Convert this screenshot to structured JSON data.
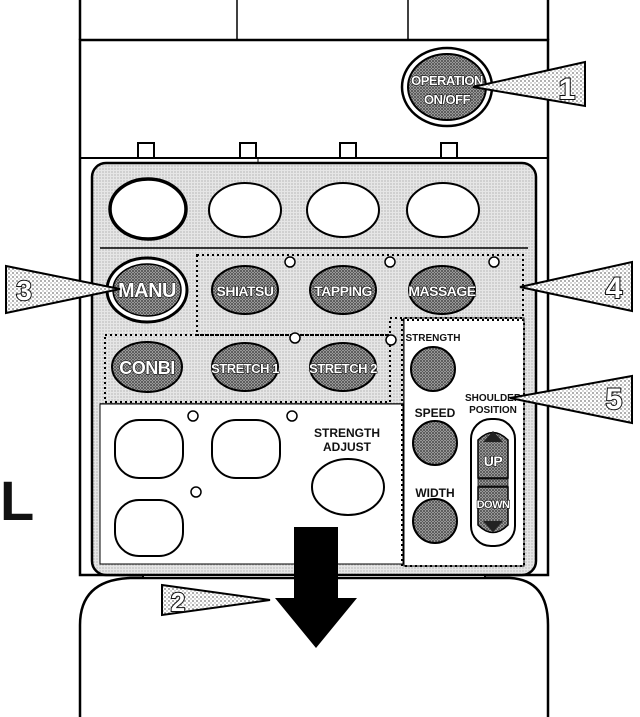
{
  "buttons": {
    "operation_line1": "OPERATION",
    "operation_line2": "ON/OFF",
    "manu": "MANU",
    "shiatsu": "SHIATSU",
    "tapping": "TAPPING",
    "massage": "MASSAGE",
    "conbi": "CONBI",
    "stretch1": "STRETCH 1",
    "stretch2": "STRETCH 2",
    "strength": "STRENGTH",
    "speed": "SPEED",
    "width": "WIDTH",
    "up": "UP",
    "down": "DOWN"
  },
  "labels": {
    "strength_adjust_line1": "STRENGTH",
    "strength_adjust_line2": "ADJUST",
    "shoulder_line1": "SHOULDER",
    "shoulder_line2": "POSITION",
    "side_letter": "L"
  },
  "callouts": {
    "c1": "1",
    "c2": "2",
    "c3": "3",
    "c4": "4",
    "c5": "5"
  }
}
